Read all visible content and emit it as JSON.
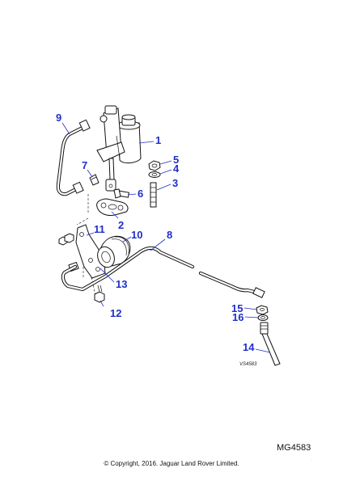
{
  "diagram": {
    "drawing_number": "VS4583",
    "callouts": [
      {
        "id": "1",
        "label": "1"
      },
      {
        "id": "2",
        "label": "2"
      },
      {
        "id": "3",
        "label": "3"
      },
      {
        "id": "4",
        "label": "4"
      },
      {
        "id": "5",
        "label": "5"
      },
      {
        "id": "6",
        "label": "6"
      },
      {
        "id": "7",
        "label": "7"
      },
      {
        "id": "8",
        "label": "8"
      },
      {
        "id": "9",
        "label": "9"
      },
      {
        "id": "10",
        "label": "10"
      },
      {
        "id": "11",
        "label": "11"
      },
      {
        "id": "12",
        "label": "12"
      },
      {
        "id": "13",
        "label": "13"
      },
      {
        "id": "14",
        "label": "14"
      },
      {
        "id": "15",
        "label": "15"
      },
      {
        "id": "16",
        "label": "16"
      }
    ],
    "callout_color": "#1f2fc8"
  },
  "footer": {
    "ref_code": "MG4583",
    "copyright": "© Copyright, 2016. Jaguar Land Rover Limited.",
    "corner_mark": "·"
  }
}
